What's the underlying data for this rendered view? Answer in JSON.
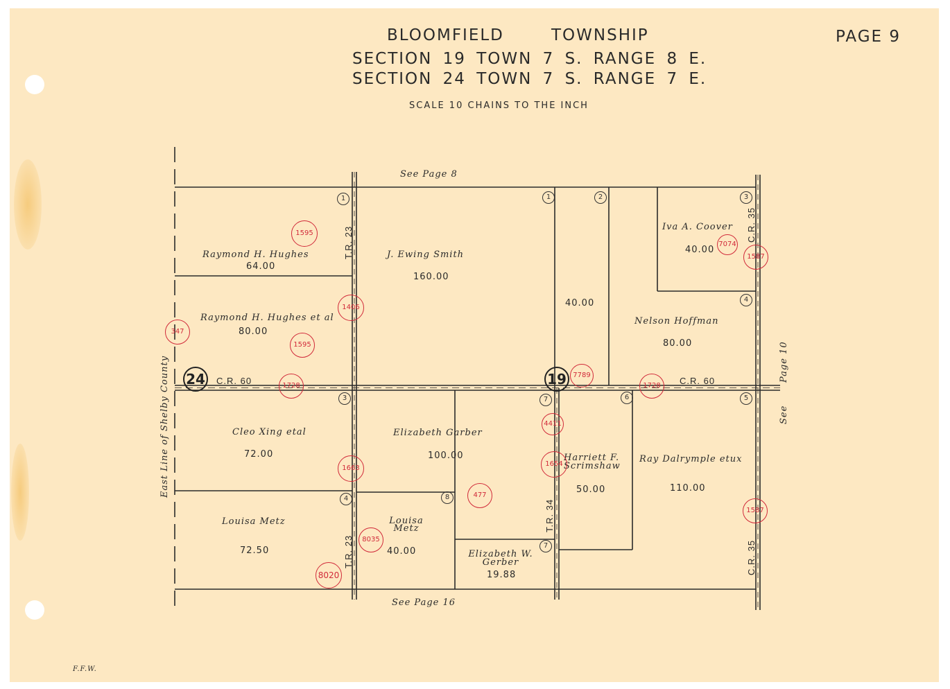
{
  "header": {
    "township": "BLOOMFIELD",
    "township_label": "TOWNSHIP",
    "page": "PAGE 9",
    "line1": "SECTION 19   TOWN 7 S.  RANGE 8 E.",
    "line2": "SECTION 24   TOWN 7 S.  RANGE 7 E.",
    "scale": "SCALE  10  CHAINS  TO  THE  INCH"
  },
  "refs": {
    "top": "See  Page  8",
    "bottom": "See  Page  16",
    "right_a": "Page  10",
    "right_b": "See",
    "left": "East   Line   of   Shelby   County",
    "initials": "F.F.W."
  },
  "roads": {
    "cr60_left": "C.R. 60",
    "cr60_right": "C.R. 60",
    "tr23_top": "T.R. 23",
    "tr23_bottom": "T.R. 23",
    "tr34": "T.R. 34",
    "cr35_top": "C.R. 35",
    "cr35_bottom": "C.R. 35"
  },
  "sections": {
    "left": "24",
    "right": "19"
  },
  "parcels": [
    {
      "id": "r-hughes",
      "owner": "Raymond  H. Hughes",
      "acres": "64.00",
      "num": "1"
    },
    {
      "id": "r-hughes-etal",
      "owner": "Raymond  H. Hughes  et al",
      "acres": "80.00",
      "num": ""
    },
    {
      "id": "je-smith",
      "owner": "J. Ewing   Smith",
      "acres": "160.00",
      "num": "1"
    },
    {
      "id": "strip40",
      "owner": "",
      "acres": "40.00",
      "num": "2"
    },
    {
      "id": "coover",
      "owner": "Iva  A. Coover",
      "acres": "40.00",
      "num": "3"
    },
    {
      "id": "hoffman",
      "owner": "Nelson  Hoffman",
      "acres": "80.00",
      "num": "4"
    },
    {
      "id": "xing",
      "owner": "Cleo Xing  etal",
      "acres": "72.00",
      "num": "3"
    },
    {
      "id": "e-gerber",
      "owner": "Elizabeth   Garber",
      "acres": "100.00",
      "num": "7"
    },
    {
      "id": "scrimshaw",
      "owner": "Harriett  F. Scrimshaw",
      "acres": "50.00",
      "num": "6"
    },
    {
      "id": "dalrymple",
      "owner": "Ray   Dalrymple  etux",
      "acres": "110.00",
      "num": "5"
    },
    {
      "id": "l-metz",
      "owner": "Louisa    Metz",
      "acres": "72.50",
      "num": "4"
    },
    {
      "id": "l-metz2",
      "owner": "Louisa  Metz",
      "acres": "40.00",
      "num": "8"
    },
    {
      "id": "ew-gerber",
      "owner": "Elizabeth W. Gerber",
      "acres": "19.88",
      "num": "7"
    }
  ],
  "stamps": [
    "1595",
    "1406",
    "347",
    "1595",
    "1728",
    "7789",
    "1728",
    "7074",
    "1587",
    "477",
    "1663",
    "1654",
    "8035",
    "8020",
    "1587",
    "4411"
  ],
  "colors": {
    "paper": "#fde8c2",
    "ink": "#2a2a2a",
    "stamp": "#d12a3a"
  }
}
